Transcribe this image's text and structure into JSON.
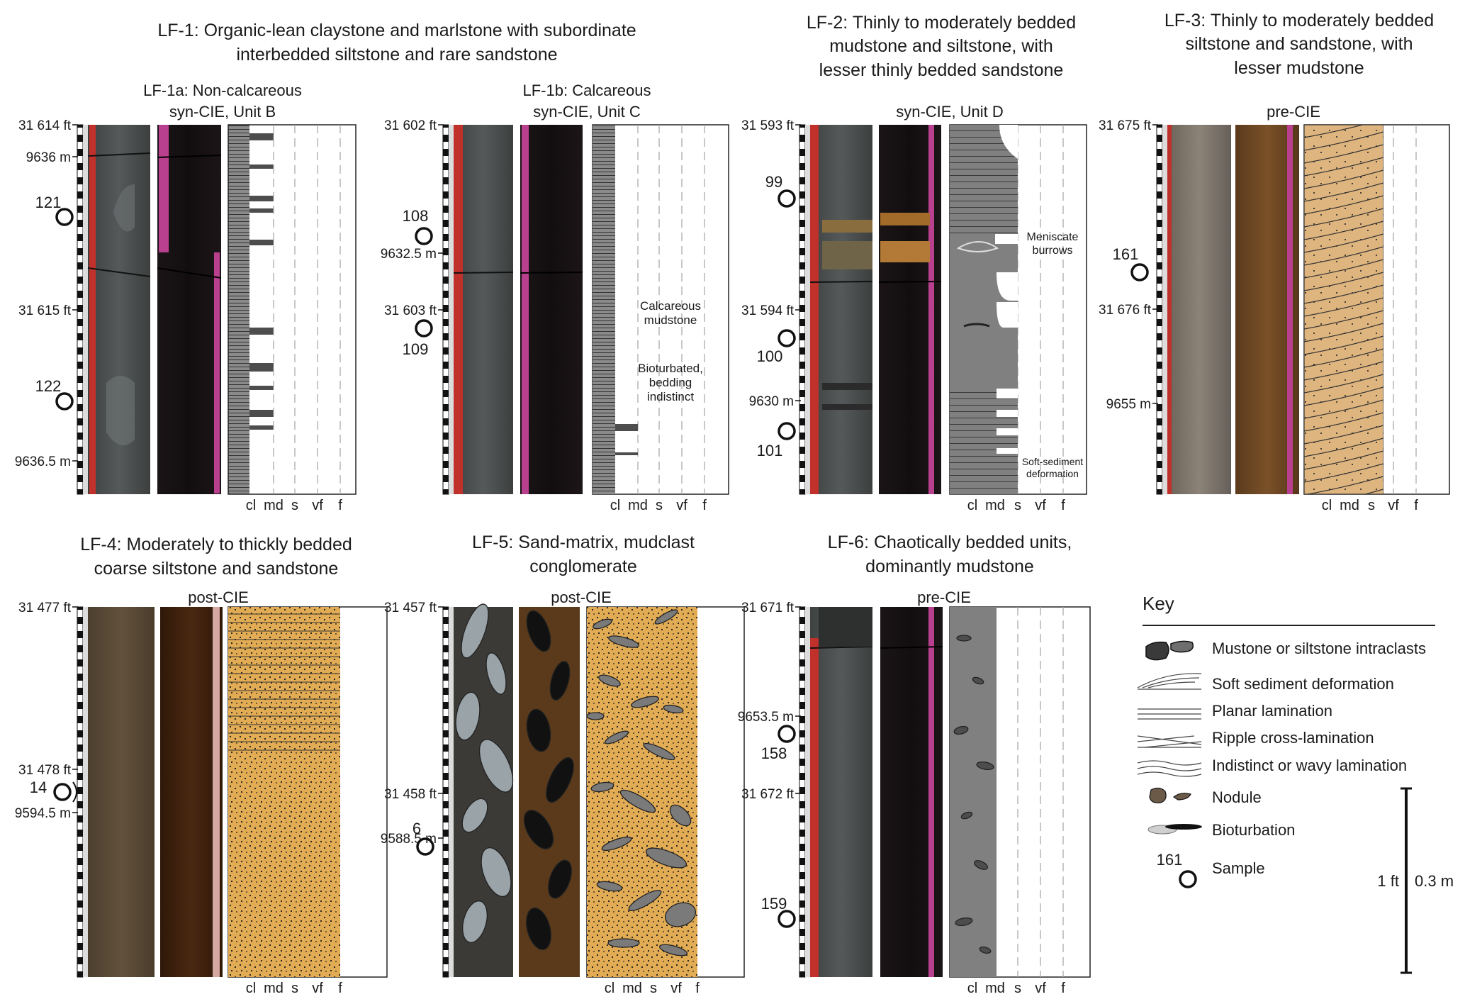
{
  "colors": {
    "core_grey": "#4a4d4c",
    "core_black": "#141012",
    "core_brown": "#5a4a36",
    "core_brown_dark": "#3b1f0f",
    "red_stripe": "#c0312c",
    "pink_stripe": "#b9408f",
    "sand": "#e2ac55",
    "sand_light": "#dfb57f",
    "litho_grey": "#808080",
    "litho_dark": "#4d4d4d",
    "intraclast": "#6e6e6e"
  },
  "panels": [
    {
      "id": "lf1a",
      "group_title": [
        "LF-1: Organic-lean claystone and marlstone with subordinate",
        "interbedded siltstone and rare sandstone"
      ],
      "subtitle": [
        "LF-1a: Non-calcareous",
        "syn-CIE, Unit B"
      ],
      "depth_labels": [
        "31 614 ft",
        "9636 m",
        "31 615 ft",
        "9636.5 m"
      ],
      "samples": [
        "121",
        "122"
      ],
      "annotations": [],
      "grain_axis": [
        "cl",
        "md",
        "s",
        "vf",
        "f"
      ]
    },
    {
      "id": "lf1b",
      "subtitle": [
        "LF-1b: Calcareous",
        "syn-CIE, Unit C"
      ],
      "depth_labels": [
        "31 602 ft",
        "9632.5 m",
        "31 603 ft"
      ],
      "samples": [
        "108",
        "109"
      ],
      "annotations": [
        [
          "Calcareous",
          "mudstone"
        ],
        [
          "Bioturbated,",
          "bedding",
          "indistinct"
        ]
      ],
      "grain_axis": [
        "cl",
        "md",
        "s",
        "vf",
        "f"
      ]
    },
    {
      "id": "lf2",
      "group_title": [
        "LF-2: Thinly to moderately bedded",
        "mudstone and siltstone, with",
        "lesser thinly bedded sandstone"
      ],
      "subtitle": [
        "syn-CIE, Unit D"
      ],
      "depth_labels": [
        "31 593 ft",
        "31 594 ft",
        "9630 m"
      ],
      "samples": [
        "99",
        "100",
        "101"
      ],
      "annotations": [
        [
          "Meniscate",
          "burrows"
        ],
        [
          "Soft-sediment",
          "deformation"
        ]
      ],
      "grain_axis": [
        "cl",
        "md",
        "s",
        "vf",
        "f"
      ]
    },
    {
      "id": "lf3",
      "group_title": [
        "LF-3: Thinly to moderately bedded",
        "siltstone and sandstone, with",
        "lesser mudstone"
      ],
      "subtitle": [
        "pre-CIE"
      ],
      "depth_labels": [
        "31 675 ft",
        "31 676 ft",
        "9655 m"
      ],
      "samples": [
        "161"
      ],
      "annotations": [],
      "grain_axis": [
        "cl",
        "md",
        "s",
        "vf",
        "f"
      ]
    },
    {
      "id": "lf4",
      "group_title": [
        "LF-4: Moderately to thickly bedded",
        "coarse siltstone and sandstone"
      ],
      "subtitle": [
        "post-CIE"
      ],
      "depth_labels": [
        "31 477 ft",
        "31 478 ft",
        "9594.5 m"
      ],
      "samples": [
        "14"
      ],
      "annotations": [],
      "grain_axis": [
        "cl",
        "md",
        "s",
        "vf",
        "f"
      ]
    },
    {
      "id": "lf5",
      "group_title": [
        "LF-5: Sand-matrix, mudclast",
        "conglomerate"
      ],
      "subtitle": [
        "post-CIE"
      ],
      "depth_labels": [
        "31 457 ft",
        "31 458 ft",
        "9588.5 m"
      ],
      "samples": [
        "6"
      ],
      "annotations": [],
      "grain_axis": [
        "cl",
        "md",
        "s",
        "vf",
        "f"
      ]
    },
    {
      "id": "lf6",
      "group_title": [
        "LF-6: Chaotically bedded units,",
        "dominantly mudstone"
      ],
      "subtitle": [
        "pre-CIE"
      ],
      "depth_labels": [
        "31 671 ft",
        "9653.5 m",
        "31 672 ft"
      ],
      "samples": [
        "158",
        "159"
      ],
      "annotations": [],
      "grain_axis": [
        "cl",
        "md",
        "s",
        "vf",
        "f"
      ]
    }
  ],
  "key": {
    "title": "Key",
    "items": [
      {
        "label": "Mustone or siltstone intraclasts",
        "icon": "intraclast-icon"
      },
      {
        "label": "Soft sediment deformation",
        "icon": "soft-sediment-deformation-icon"
      },
      {
        "label": "Planar lamination",
        "icon": "planar-lamination-icon"
      },
      {
        "label": "Ripple cross-lamination",
        "icon": "ripple-cross-lamination-icon"
      },
      {
        "label": "Indistinct or wavy lamination",
        "icon": "wavy-lamination-icon"
      },
      {
        "label": "Nodule",
        "icon": "nodule-icon"
      },
      {
        "label": "Bioturbation",
        "icon": "bioturbation-icon"
      },
      {
        "label": "Sample",
        "icon": "sample-icon",
        "sample_number": "161"
      }
    ],
    "scale_ft": "1 ft",
    "scale_m": "0.3 m"
  }
}
